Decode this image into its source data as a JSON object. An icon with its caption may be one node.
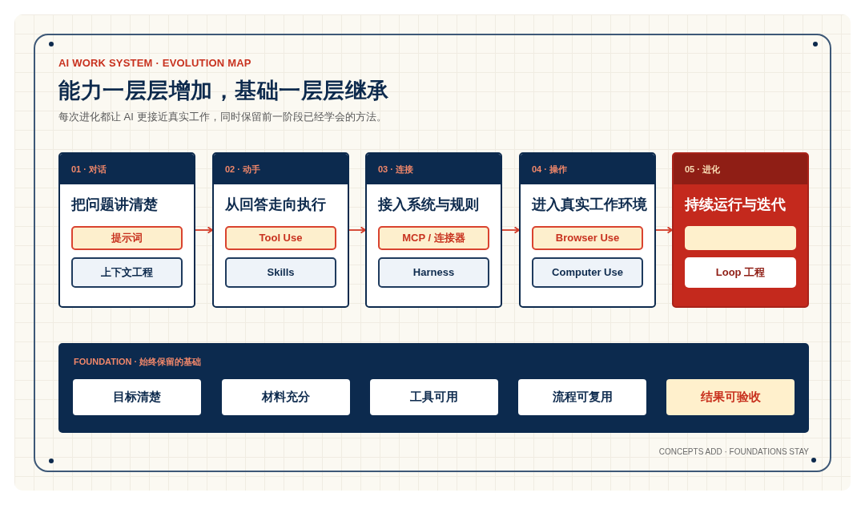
{
  "diagram": {
    "title": "能力一层层增加，基础一层层继承",
    "nodes": [
      {
        "text": [
          "01 · 对话",
          "把问题讲清楚"
        ]
      },
      {
        "text": [
          "提示词"
        ],
        "in": 0
      },
      {
        "text": [
          "上下文工程"
        ],
        "in": 0
      },
      {
        "text": [
          "02 · 动手",
          "从回答走向执行"
        ]
      },
      {
        "text": [
          "Tool Use"
        ],
        "in": 3
      },
      {
        "text": [
          "Skills"
        ],
        "in": 3
      },
      {
        "text": [
          "03 · 连接",
          "接入系统与规则"
        ]
      },
      {
        "text": [
          "MCP / 连接器"
        ],
        "in": 6
      },
      {
        "text": [
          "Harness"
        ],
        "in": 6
      },
      {
        "text": [
          "04 · 操作",
          "进入真实工作环境"
        ]
      },
      {
        "text": [
          "Browser Use"
        ],
        "in": 9
      },
      {
        "text": [
          "Computer Use"
        ],
        "in": 9
      },
      {
        "text": [
          "05 · 进化",
          "持续运行与迭代"
        ]
      },
      {
        "text": [],
        "shape": "box",
        "in": 12
      },
      {
        "text": [
          "Loop 工程"
        ],
        "in": 12
      },
      {
        "text": [
          "FOUNDATION · 始终保留的基础"
        ]
      },
      {
        "text": [
          "目标清楚"
        ],
        "in": 15
      },
      {
        "text": [
          "材料充分"
        ],
        "in": 15
      },
      {
        "text": [
          "工具可用"
        ],
        "in": 15
      },
      {
        "text": [
          "流程可复用"
        ],
        "in": 15
      },
      {
        "text": [
          "结果可验收"
        ],
        "in": 15
      }
    ],
    "edges": [
      {
        "from": 0,
        "to": 3,
        "arrow": "to"
      },
      {
        "from": 3,
        "to": 6,
        "arrow": "to"
      },
      {
        "from": 6,
        "to": 9,
        "arrow": "to"
      },
      {
        "from": 9,
        "to": 12,
        "arrow": "to"
      }
    ],
    "labels": [
      "AI WORK SYSTEM · EVOLUTION MAP",
      "每次进化都让 AI 更接近真实工作，同时保留前一阶段已经学会的方法。",
      "CONCEPTS ADD · FOUNDATIONS STAY"
    ]
  }
}
